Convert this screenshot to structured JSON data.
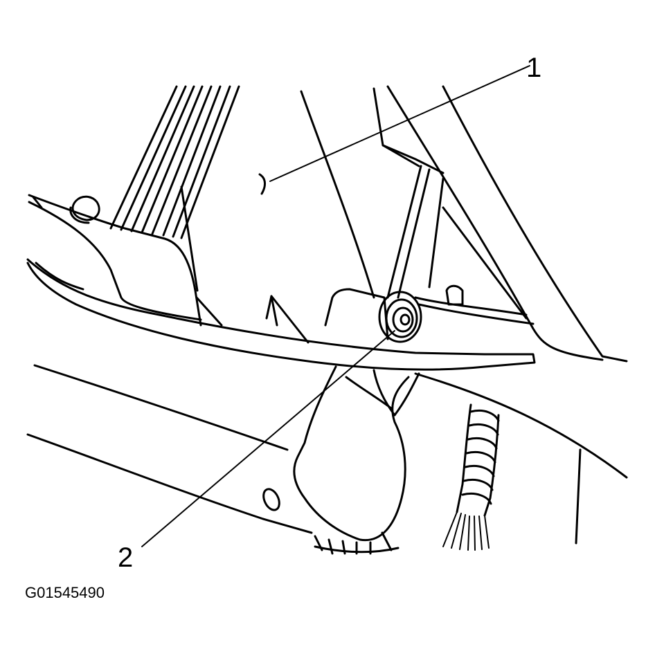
{
  "figure": {
    "id": "G01545490",
    "line_color": "#000000",
    "background_color": "#ffffff"
  },
  "callouts": [
    {
      "number": "1"
    },
    {
      "number": "2"
    }
  ]
}
